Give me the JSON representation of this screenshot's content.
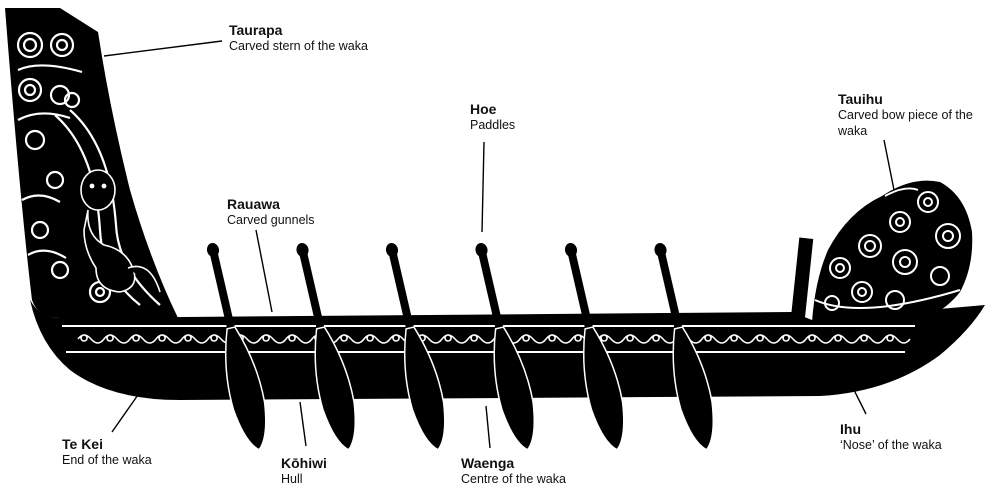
{
  "colors": {
    "background": "#ffffff",
    "ink": "#000000",
    "pattern": "#ffffff",
    "text": "#111111"
  },
  "labels": {
    "taurapa": {
      "term": "Taurapa",
      "desc": "Carved stern of the waka"
    },
    "hoe": {
      "term": "Hoe",
      "desc": "Paddles"
    },
    "tauihu": {
      "term": "Tauihu",
      "desc": "Carved bow piece of the waka"
    },
    "rauawa": {
      "term": "Rauawa",
      "desc": "Carved gunnels"
    },
    "tekei": {
      "term": "Te Kei",
      "desc": "End of the waka"
    },
    "kohiwi": {
      "term": "Kōhiwi",
      "desc": "Hull"
    },
    "waenga": {
      "term": "Waenga",
      "desc": "Centre of the waka"
    },
    "ihu": {
      "term": "Ihu",
      "desc": "‘Nose’ of the waka"
    }
  },
  "paddle_count": 6
}
